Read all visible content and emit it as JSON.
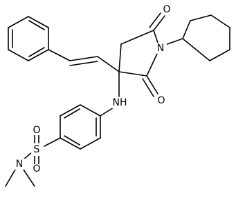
{
  "molecule": {
    "atoms": {
      "N_imide": "N",
      "O_top": "O",
      "O_bottom": "O",
      "NH": "NH",
      "S": "S",
      "O_s1": "O",
      "O_s2": "O",
      "N_amine": "N"
    }
  }
}
